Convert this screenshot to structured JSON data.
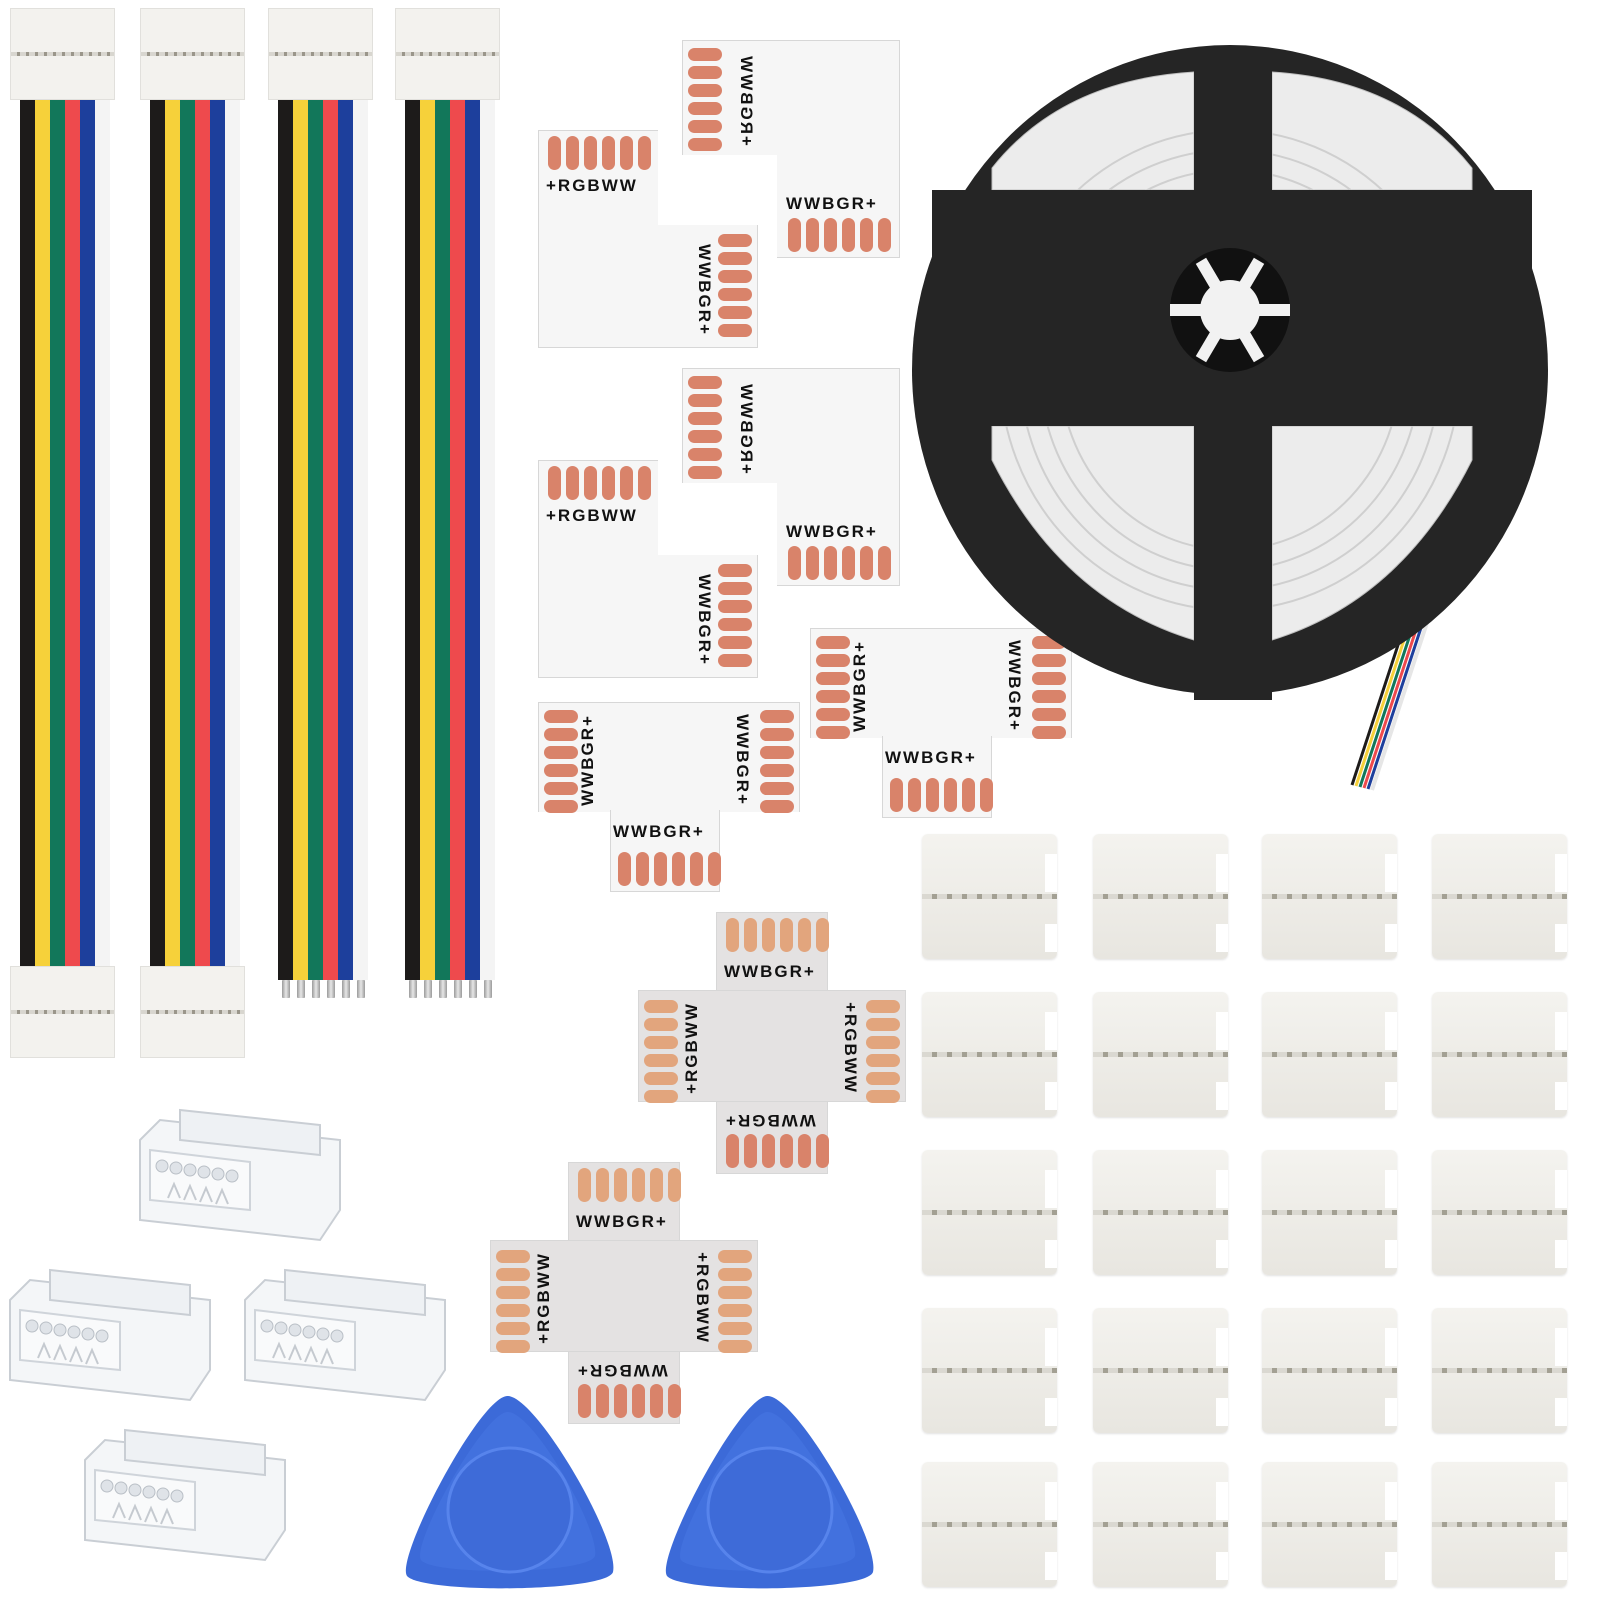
{
  "image": {
    "subject": "RGBWW 6-pin LED strip connector kit",
    "background_color": "#ffffff"
  },
  "wire_colors": {
    "black": "#1d1b1a",
    "yellow": "#f6d13a",
    "green": "#12775a",
    "red": "#ee4a4d",
    "blue": "#1d3f9c",
    "white": "#f4f4f4"
  },
  "cables": {
    "count": 4,
    "items": [
      {
        "id": 1,
        "top_end": "clip",
        "bottom_end": "clip"
      },
      {
        "id": 2,
        "top_end": "clip",
        "bottom_end": "clip"
      },
      {
        "id": 3,
        "top_end": "clip",
        "bottom_end": "bare-pins"
      },
      {
        "id": 4,
        "top_end": "clip",
        "bottom_end": "bare-pins"
      }
    ]
  },
  "l_boards": {
    "count": 4,
    "labels": {
      "a": "+RGBWW",
      "b": "WWBGR+",
      "c": "+RGBWW",
      "d": "WWBGR+"
    },
    "pad_color": "#d9836a"
  },
  "t_boards": {
    "count": 2,
    "labels": {
      "left": "WWBGR+",
      "right": "WWBGR+",
      "bottom": "WWBGR+"
    }
  },
  "x_boards": {
    "count": 2,
    "labels": {
      "top": "WWBGR+",
      "left": "+RGBWW",
      "right": "+RGBWW",
      "bottom": "WWBGR+"
    },
    "pad_color": "#d39a73"
  },
  "reel": {
    "reel_color": "#232323",
    "cable_color": "#eeeeee",
    "hub_color": "#f2f2f2"
  },
  "strip_clips": {
    "rows": 5,
    "cols": 4,
    "count": 20,
    "color": "#efede8"
  },
  "clear_connectors": {
    "count": 4
  },
  "pry_tools": {
    "count": 2,
    "color": "#3c6ad8"
  }
}
